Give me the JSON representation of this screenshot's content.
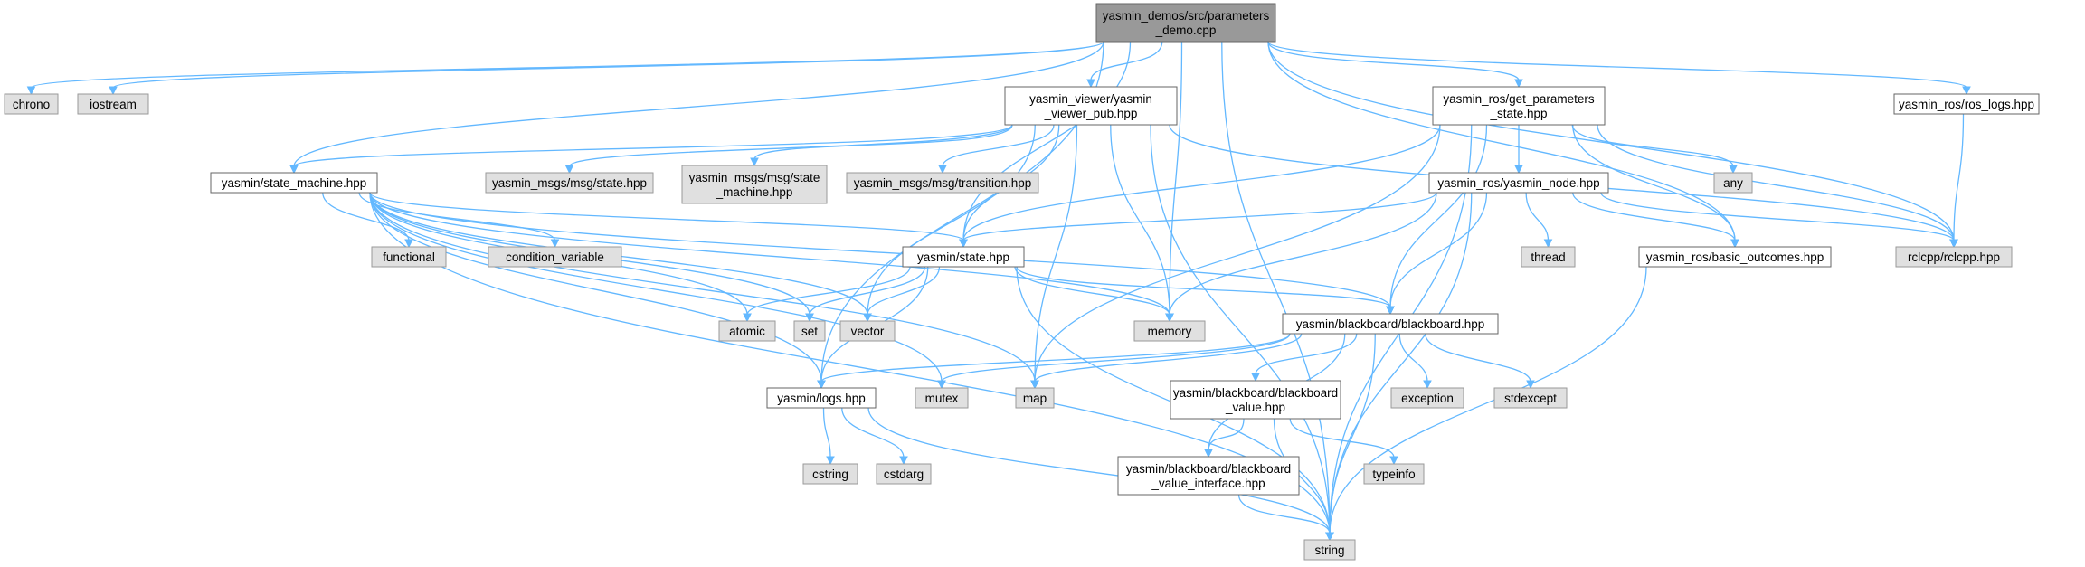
{
  "diagram": {
    "type": "include-dependency-graph",
    "colors": {
      "root_fill": "#999999",
      "file_fill": "#ffffff",
      "system_fill": "#e0e0e0",
      "edge": "#63b8ff",
      "border": "#666666"
    },
    "nodes": [
      {
        "id": "root",
        "kind": "root",
        "lines": [
          "yasmin_demos/src/parameters",
          "_demo.cpp"
        ]
      },
      {
        "id": "chrono",
        "kind": "system",
        "lines": [
          "chrono"
        ]
      },
      {
        "id": "iostream",
        "kind": "system",
        "lines": [
          "iostream"
        ]
      },
      {
        "id": "viewer",
        "kind": "file",
        "lines": [
          "yasmin_viewer/yasmin",
          "_viewer_pub.hpp"
        ]
      },
      {
        "id": "getparams",
        "kind": "file",
        "lines": [
          "yasmin_ros/get_parameters",
          "_state.hpp"
        ]
      },
      {
        "id": "roslogs",
        "kind": "file",
        "lines": [
          "yasmin_ros/ros_logs.hpp"
        ]
      },
      {
        "id": "statemachine",
        "kind": "file",
        "lines": [
          "yasmin/state_machine.hpp"
        ]
      },
      {
        "id": "msgstate",
        "kind": "system",
        "lines": [
          "yasmin_msgs/msg/state.hpp"
        ]
      },
      {
        "id": "msgsm",
        "kind": "system",
        "lines": [
          "yasmin_msgs/msg/state",
          "_machine.hpp"
        ]
      },
      {
        "id": "msgtrans",
        "kind": "system",
        "lines": [
          "yasmin_msgs/msg/transition.hpp"
        ]
      },
      {
        "id": "any",
        "kind": "system",
        "lines": [
          "any"
        ]
      },
      {
        "id": "yasminnode",
        "kind": "file",
        "lines": [
          "yasmin_ros/yasmin_node.hpp"
        ]
      },
      {
        "id": "functional",
        "kind": "system",
        "lines": [
          "functional"
        ]
      },
      {
        "id": "condvar",
        "kind": "system",
        "lines": [
          "condition_variable"
        ]
      },
      {
        "id": "state",
        "kind": "file",
        "lines": [
          "yasmin/state.hpp"
        ]
      },
      {
        "id": "thread",
        "kind": "system",
        "lines": [
          "thread"
        ]
      },
      {
        "id": "basic",
        "kind": "file",
        "lines": [
          "yasmin_ros/basic_outcomes.hpp"
        ]
      },
      {
        "id": "rclcpp",
        "kind": "system",
        "lines": [
          "rclcpp/rclcpp.hpp"
        ]
      },
      {
        "id": "atomic",
        "kind": "system",
        "lines": [
          "atomic"
        ]
      },
      {
        "id": "set",
        "kind": "system",
        "lines": [
          "set"
        ]
      },
      {
        "id": "vector",
        "kind": "system",
        "lines": [
          "vector"
        ]
      },
      {
        "id": "memory",
        "kind": "system",
        "lines": [
          "memory"
        ]
      },
      {
        "id": "blackboard",
        "kind": "file",
        "lines": [
          "yasmin/blackboard/blackboard.hpp"
        ]
      },
      {
        "id": "logs",
        "kind": "file",
        "lines": [
          "yasmin/logs.hpp"
        ]
      },
      {
        "id": "mutex",
        "kind": "system",
        "lines": [
          "mutex"
        ]
      },
      {
        "id": "map",
        "kind": "system",
        "lines": [
          "map"
        ]
      },
      {
        "id": "bbvalue",
        "kind": "file",
        "lines": [
          "yasmin/blackboard/blackboard",
          "_value.hpp"
        ]
      },
      {
        "id": "exception",
        "kind": "system",
        "lines": [
          "exception"
        ]
      },
      {
        "id": "stdexcept",
        "kind": "system",
        "lines": [
          "stdexcept"
        ]
      },
      {
        "id": "cstring",
        "kind": "system",
        "lines": [
          "cstring"
        ]
      },
      {
        "id": "cstdarg",
        "kind": "system",
        "lines": [
          "cstdarg"
        ]
      },
      {
        "id": "typeinfo",
        "kind": "system",
        "lines": [
          "typeinfo"
        ]
      },
      {
        "id": "bbvalueif",
        "kind": "file",
        "lines": [
          "yasmin/blackboard/blackboard",
          "_value_interface.hpp"
        ]
      },
      {
        "id": "string",
        "kind": "system",
        "lines": [
          "string"
        ]
      }
    ],
    "edges": [
      [
        "root",
        "chrono"
      ],
      [
        "root",
        "iostream"
      ],
      [
        "root",
        "viewer"
      ],
      [
        "root",
        "getparams"
      ],
      [
        "root",
        "roslogs"
      ],
      [
        "root",
        "statemachine"
      ],
      [
        "root",
        "state"
      ],
      [
        "root",
        "memory"
      ],
      [
        "root",
        "logs"
      ],
      [
        "root",
        "string"
      ],
      [
        "root",
        "basic"
      ],
      [
        "root",
        "rclcpp"
      ],
      [
        "viewer",
        "statemachine"
      ],
      [
        "viewer",
        "msgstate"
      ],
      [
        "viewer",
        "msgsm"
      ],
      [
        "viewer",
        "msgtrans"
      ],
      [
        "viewer",
        "state"
      ],
      [
        "viewer",
        "memory"
      ],
      [
        "viewer",
        "vector"
      ],
      [
        "viewer",
        "map"
      ],
      [
        "viewer",
        "string"
      ],
      [
        "viewer",
        "rclcpp"
      ],
      [
        "getparams",
        "state"
      ],
      [
        "getparams",
        "blackboard"
      ],
      [
        "getparams",
        "yasminnode"
      ],
      [
        "getparams",
        "basic"
      ],
      [
        "getparams",
        "any"
      ],
      [
        "getparams",
        "rclcpp"
      ],
      [
        "getparams",
        "map"
      ],
      [
        "getparams",
        "string"
      ],
      [
        "roslogs",
        "rclcpp"
      ],
      [
        "statemachine",
        "functional"
      ],
      [
        "statemachine",
        "condvar"
      ],
      [
        "statemachine",
        "state"
      ],
      [
        "statemachine",
        "atomic"
      ],
      [
        "statemachine",
        "set"
      ],
      [
        "statemachine",
        "vector"
      ],
      [
        "statemachine",
        "memory"
      ],
      [
        "statemachine",
        "blackboard"
      ],
      [
        "statemachine",
        "logs"
      ],
      [
        "statemachine",
        "mutex"
      ],
      [
        "statemachine",
        "map"
      ],
      [
        "statemachine",
        "string"
      ],
      [
        "yasminnode",
        "state"
      ],
      [
        "yasminnode",
        "thread"
      ],
      [
        "yasminnode",
        "basic"
      ],
      [
        "yasminnode",
        "rclcpp"
      ],
      [
        "yasminnode",
        "blackboard"
      ],
      [
        "yasminnode",
        "memory"
      ],
      [
        "yasminnode",
        "string"
      ],
      [
        "state",
        "atomic"
      ],
      [
        "state",
        "set"
      ],
      [
        "state",
        "vector"
      ],
      [
        "state",
        "memory"
      ],
      [
        "state",
        "blackboard"
      ],
      [
        "state",
        "logs"
      ],
      [
        "state",
        "string"
      ],
      [
        "basic",
        "string"
      ],
      [
        "blackboard",
        "logs"
      ],
      [
        "blackboard",
        "mutex"
      ],
      [
        "blackboard",
        "map"
      ],
      [
        "blackboard",
        "bbvalue"
      ],
      [
        "blackboard",
        "exception"
      ],
      [
        "blackboard",
        "stdexcept"
      ],
      [
        "blackboard",
        "bbvalueif"
      ],
      [
        "blackboard",
        "string"
      ],
      [
        "logs",
        "cstring"
      ],
      [
        "logs",
        "cstdarg"
      ],
      [
        "logs",
        "string"
      ],
      [
        "bbvalue",
        "bbvalueif"
      ],
      [
        "bbvalue",
        "typeinfo"
      ],
      [
        "bbvalue",
        "string"
      ],
      [
        "bbvalueif",
        "string"
      ]
    ]
  }
}
